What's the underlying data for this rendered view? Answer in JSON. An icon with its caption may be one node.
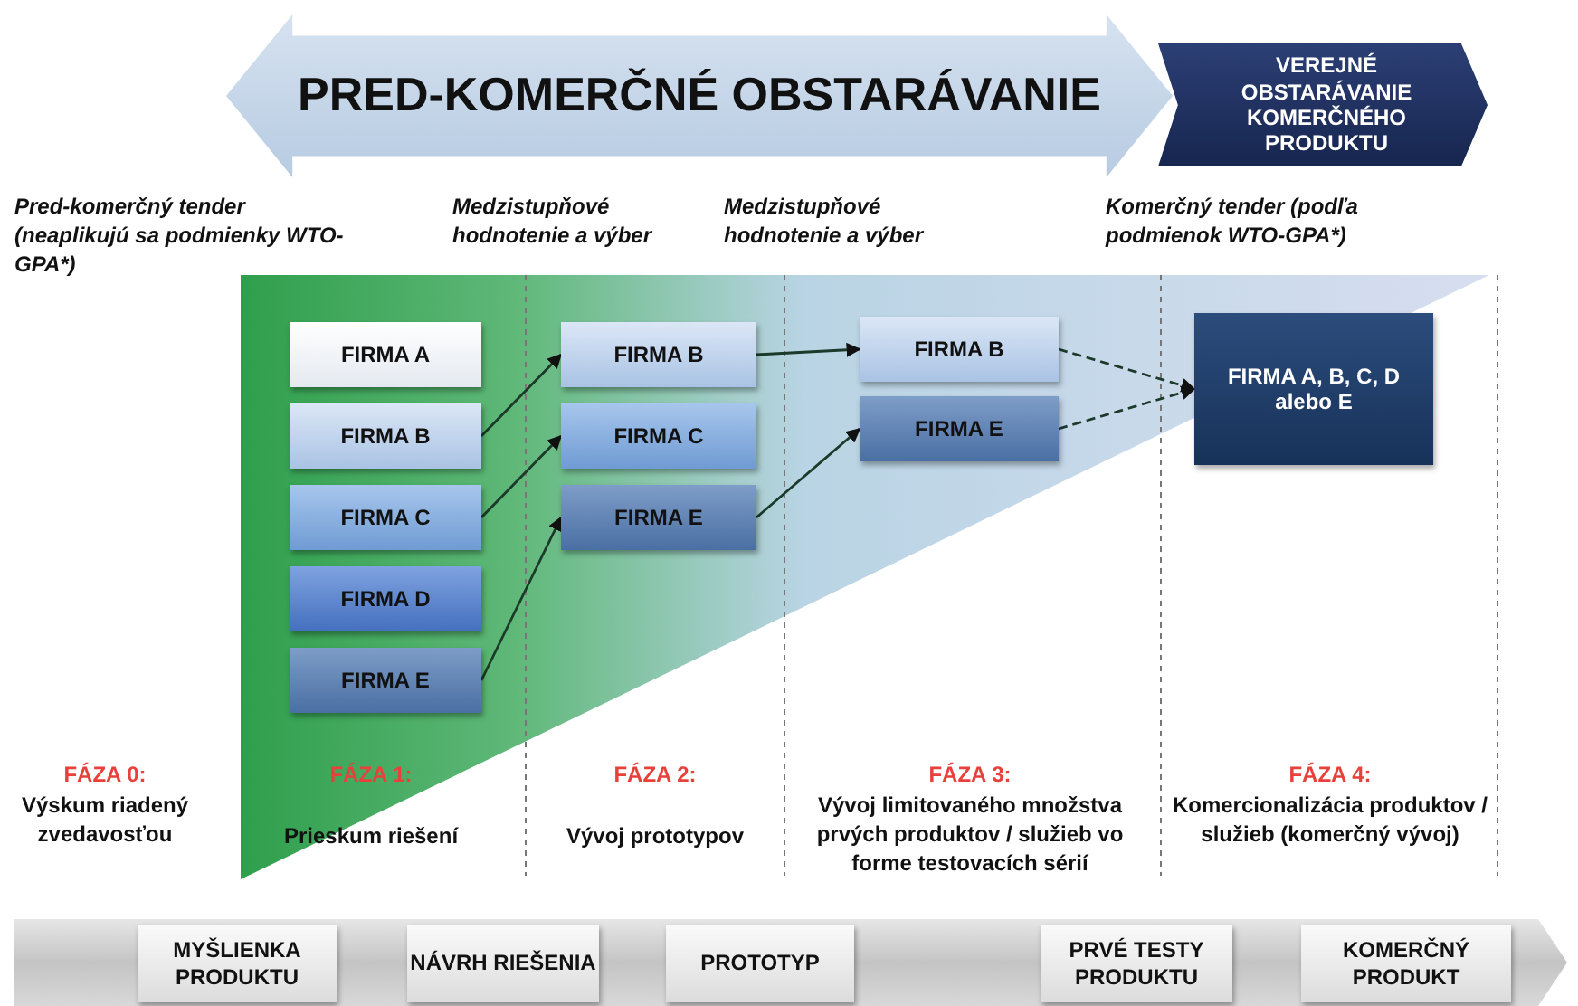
{
  "diagram": {
    "nodes": [
      {
        "text": [
          "PRED-KOMERČNÉ OBSTARÁVANIE"
        ]
      },
      {
        "text": [
          "VEREJNÉ OBSTARÁVANIE KOMERČNÉHO PRODUKTU"
        ]
      },
      {
        "text": [
          "FIRMA A"
        ]
      },
      {
        "text": [
          "FIRMA B"
        ]
      },
      {
        "text": [
          "FIRMA C"
        ]
      },
      {
        "text": [
          "FIRMA D"
        ]
      },
      {
        "text": [
          "FIRMA E"
        ]
      },
      {
        "text": [
          "FIRMA B"
        ]
      },
      {
        "text": [
          "FIRMA C"
        ]
      },
      {
        "text": [
          "FIRMA E"
        ]
      },
      {
        "text": [
          "FIRMA B"
        ]
      },
      {
        "text": [
          "FIRMA E"
        ]
      },
      {
        "text": [
          "FIRMA A, B, C, D alebo E"
        ]
      },
      {
        "text": [
          "MYŠLIENKA PRODUKTU"
        ]
      },
      {
        "text": [
          "NÁVRH RIEŠENIA"
        ]
      },
      {
        "text": [
          "PROTOTYP"
        ]
      },
      {
        "text": [
          "PRVÉ TESTY PRODUKTU"
        ]
      },
      {
        "text": [
          "KOMERČNÝ PRODUKT"
        ]
      }
    ],
    "edges": [
      {
        "from": 3,
        "to": 7,
        "arrow": "to"
      },
      {
        "from": 4,
        "to": 8,
        "arrow": "to"
      },
      {
        "from": 6,
        "to": 9,
        "arrow": "to"
      },
      {
        "from": 7,
        "to": 10,
        "arrow": "to"
      },
      {
        "from": 9,
        "to": 11,
        "arrow": "to"
      },
      {
        "from": 10,
        "to": 12,
        "arrow": "to",
        "style": "dashed"
      },
      {
        "from": 11,
        "to": 12,
        "arrow": "to",
        "style": "dashed"
      }
    ],
    "labels": [
      "Pred-komerčný tender (neaplikujú sa podmienky WTO-GPA*)",
      "Medzistupňové hodnotenie a výber",
      "Medzistupňové hodnotenie a výber",
      "Komerčný tender (podľa podmienok WTO-GPA*)",
      "FÁZA 0:",
      "Výskum riadený zvedavosťou",
      "FÁZA 1:",
      "Prieskum riešení",
      "FÁZA 2:",
      "Vývoj prototypov",
      "FÁZA 3:",
      "Vývoj limitovaného množstva prvých produktov / služieb vo forme testovacích sérií",
      "FÁZA 4:",
      "Komercionalizácia produktov / služieb (komerčný vývoj)"
    ]
  }
}
